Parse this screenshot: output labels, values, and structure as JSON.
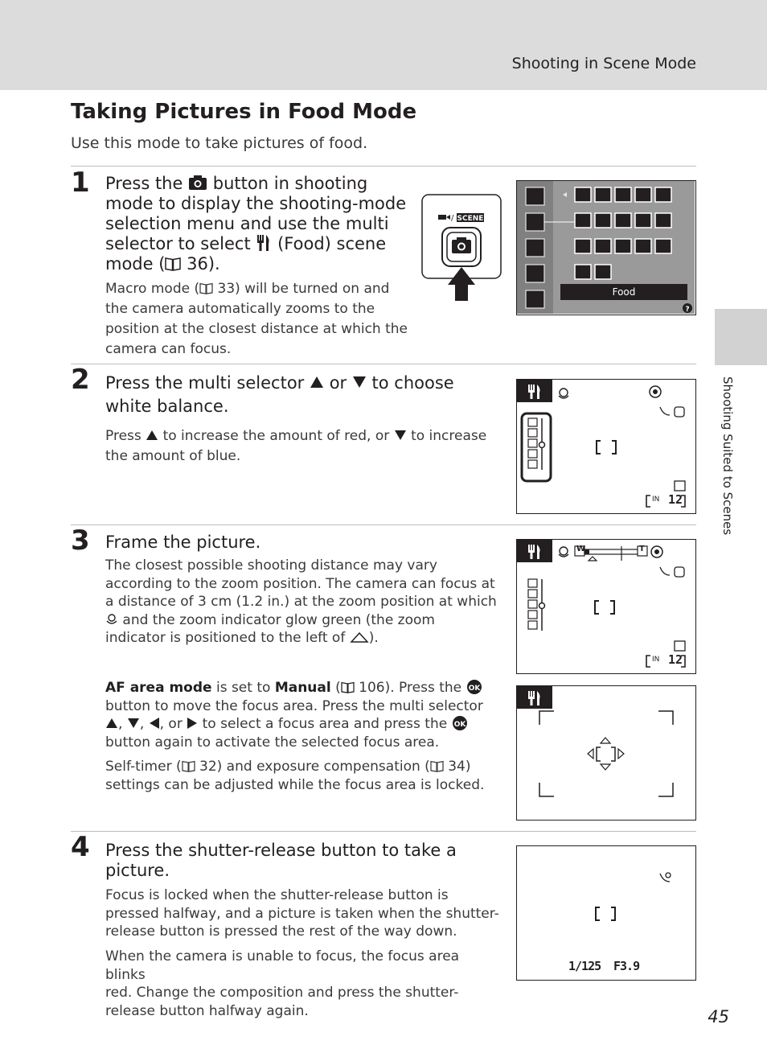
{
  "running_head": "Shooting in Scene Mode",
  "side_label": "Shooting Suited to Scenes",
  "title": "Taking Pictures in Food Mode",
  "subtitle": "Use this mode to take pictures of food.",
  "page_number": "45",
  "steps": [
    {
      "number": "1",
      "heading_lines": [
        "Press the",
        "button in shooting",
        "mode to display the shooting-mode",
        "selection menu and use the multi",
        "selector to select",
        "(Food) scene",
        "mode (",
        "36)."
      ],
      "body_lines": [
        "Macro mode (",
        "33) will be turned on and",
        "the camera automatically zooms to the",
        "position at the closest distance at which the",
        "camera can focus."
      ]
    },
    {
      "number": "2",
      "heading_lines": [
        "Press the multi selector",
        "or",
        "to choose",
        "white balance."
      ],
      "body_lines": [
        "Press",
        "to increase the amount of red, or",
        "to increase",
        "the amount of blue."
      ]
    },
    {
      "number": "3",
      "heading": "Frame the picture.",
      "body_lines": [
        "The closest possible shooting distance may vary",
        "according to the zoom position. The camera can focus at",
        "a distance of 3 cm (1.2 in.) at the zoom position at which",
        "and the zoom indicator glow green (the zoom",
        "indicator is positioned to the left of",
        ")."
      ],
      "af_lines": [
        "AF area mode",
        "is set to",
        "Manual",
        "(",
        "106). Press the",
        "button to move the focus area. Press the multi selector",
        ",",
        ",",
        ", or",
        "to select a focus area and press the",
        "button again to activate the selected focus area."
      ],
      "selftimer_lines": [
        "Self-timer (",
        "32) and exposure compensation (",
        "34)",
        "settings can be adjusted while the focus area is locked."
      ]
    },
    {
      "number": "4",
      "heading_lines": [
        "Press the shutter-release button to take a",
        "picture."
      ],
      "body1_lines": [
        "Focus is locked when the shutter-release button is",
        "pressed halfway, and a picture is taken when the shutter-",
        "release button is pressed the rest of the way down."
      ],
      "body2_lines": [
        "When the camera is unable to focus, the focus area blinks",
        "red. Change the composition and press the shutter-",
        "release button halfway again."
      ]
    }
  ],
  "screens": {
    "menu_label": "Food",
    "button_label": "SCENE",
    "shutter": "1/125",
    "aperture": "F3.9",
    "frames_left": "12",
    "zoom_w": "W",
    "zoom_t": "T"
  },
  "icons": {
    "camera": "camera-icon",
    "food": "food-icon",
    "reference": "book-reference-icon",
    "up": "up-arrow-icon",
    "down": "down-arrow-icon",
    "left": "left-arrow-icon",
    "right": "right-arrow-icon",
    "ok": "ok-button-icon",
    "macro": "macro-flower-icon",
    "mountain": "mountain-icon"
  },
  "colors": {
    "header": "#dcdcdc",
    "tab": "#d2d2d2",
    "menu_bar": "#231f20"
  }
}
